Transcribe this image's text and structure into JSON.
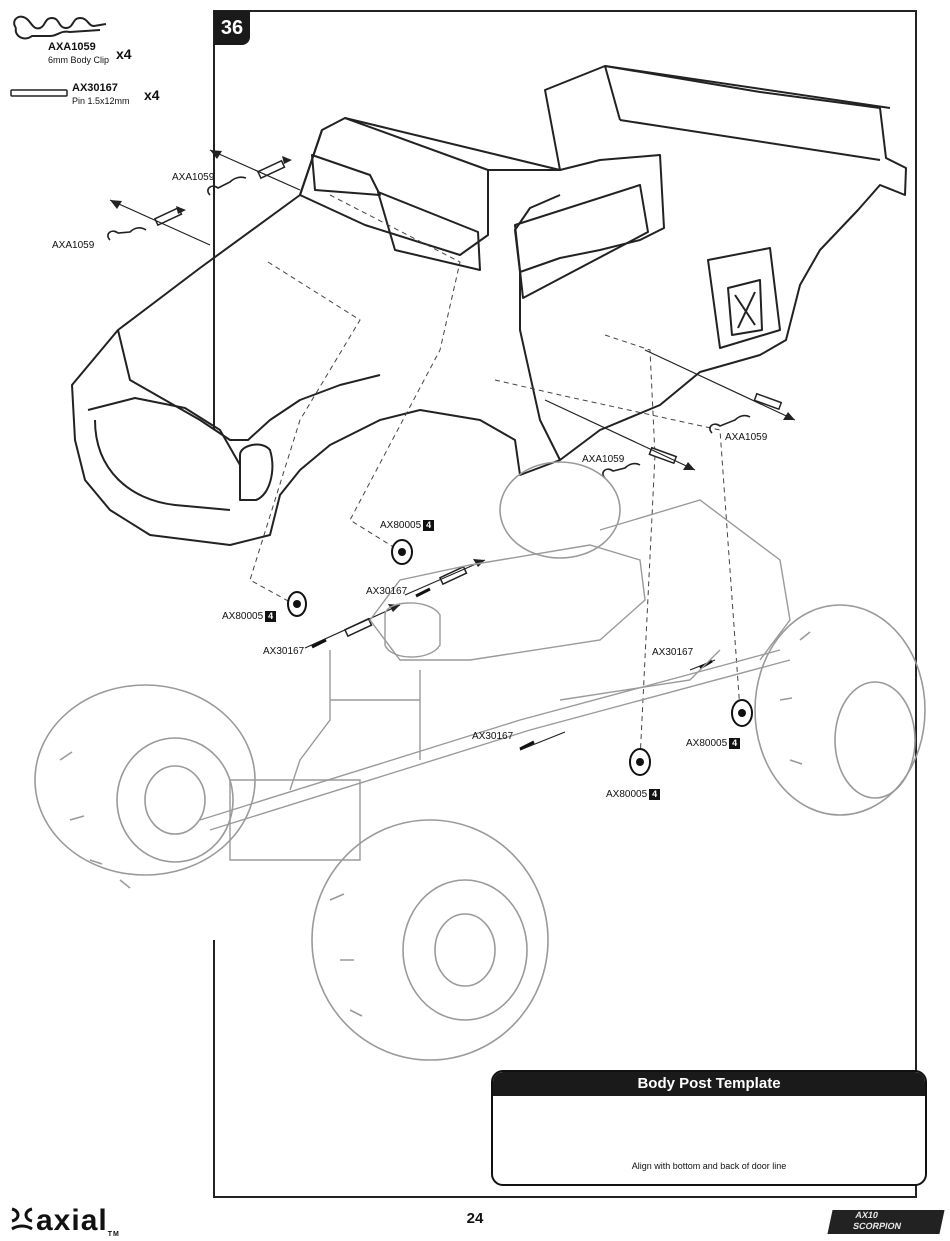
{
  "step": {
    "number": "36"
  },
  "parts": [
    {
      "code": "AXA1059",
      "description": "6mm Body Clip",
      "qty": "x4",
      "icon": "body-clip-icon"
    },
    {
      "code": "AX30167",
      "description": "Pin 1.5x12mm",
      "qty": "x4",
      "icon": "pin-icon"
    }
  ],
  "callouts": {
    "clip_left_top": "AXA1059",
    "clip_left_mid": "AXA1059",
    "clip_right_rear": "AXA1059",
    "clip_right_mid": "AXA1059",
    "washer_front_upper": "AX80005",
    "washer_front_upper_qty": "4",
    "washer_front_lower": "AX80005",
    "washer_front_lower_qty": "4",
    "washer_rear_right": "AX80005",
    "washer_rear_right_qty": "4",
    "washer_rear_lower": "AX80005",
    "washer_rear_lower_qty": "4",
    "pin_front_upper": "AX30167",
    "pin_front_lower": "AX30167",
    "pin_rear_upper": "AX30167",
    "pin_rear_lower": "AX30167"
  },
  "template": {
    "title": "Body Post Template",
    "note": "Align with bottom and back of door line"
  },
  "footer": {
    "page_number": "24",
    "brand": "axial",
    "brand_tm": "TM",
    "sub_brand_line1": "AX10",
    "sub_brand_line2": "SCORPION"
  }
}
